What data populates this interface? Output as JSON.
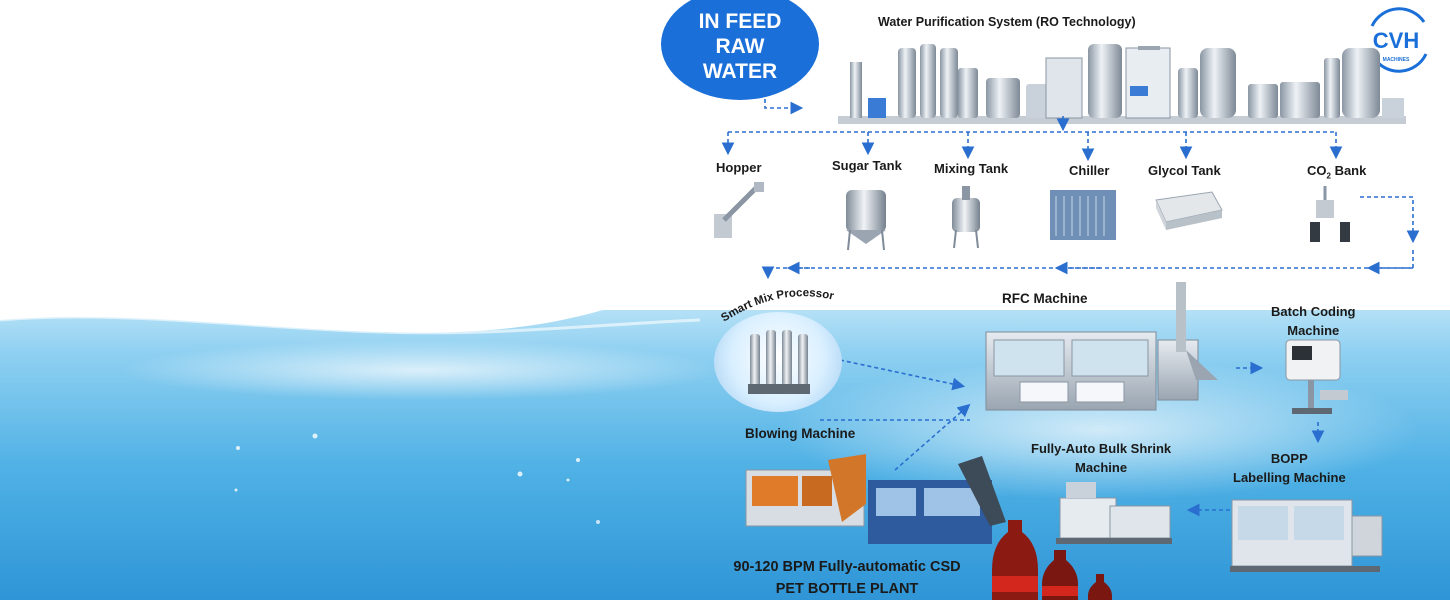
{
  "infeed": {
    "lines": [
      "IN FEED",
      "RAW",
      "WATER"
    ]
  },
  "logo": {
    "text": "CVH",
    "subtext": "MACHINES",
    "color": "#1a6fd8"
  },
  "header": {
    "title": "Water Purification System (RO Technology)"
  },
  "tanks": {
    "hopper": "Hopper",
    "sugar": "Sugar Tank",
    "mixing": "Mixing Tank",
    "chiller": "Chiller",
    "glycol": "Glycol Tank",
    "co2_main": "CO",
    "co2_sub": "2",
    "co2_tail": " Bank"
  },
  "machines": {
    "smart_mix": "Smart Mix Processor",
    "rfc": "RFC Machine",
    "batch_line1": "Batch Coding",
    "batch_line2": "Machine",
    "blowing": "Blowing Machine",
    "shrink_line1": "Fully-Auto Bulk Shrink",
    "shrink_line2": "Machine",
    "bopp_line1": "BOPP",
    "bopp_line2": "Labelling Machine"
  },
  "footer": {
    "line1": "90-120 BPM Fully-automatic CSD",
    "line2": "PET BOTTLE PLANT"
  },
  "colors": {
    "arrow": "#2a6fcf",
    "accent": "#1a6fd8",
    "water": "#6fc0ec"
  }
}
